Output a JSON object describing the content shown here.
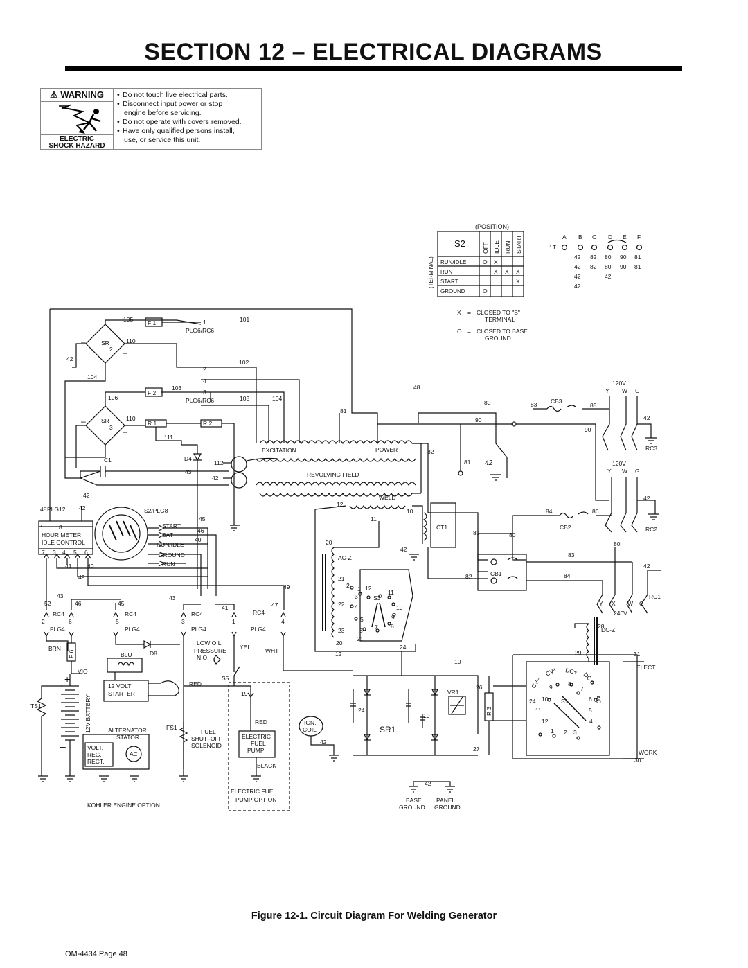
{
  "title": "SECTION 12 – ELECTRICAL DIAGRAMS",
  "warning": {
    "header": "WARNING",
    "hazard_line1": "ELECTRIC",
    "hazard_line2": "SHOCK HAZARD",
    "items": [
      "Do not touch live electrical parts.",
      "Disconnect input power or stop",
      "engine before servicing.",
      "Do not operate with covers removed.",
      "Have only qualified persons install,",
      "use, or service this unit."
    ]
  },
  "switch_table": {
    "position_label": "(POSITION)",
    "name": "S2",
    "terminal_label": "(TERMINAL)",
    "columns": [
      "OFF",
      "IDLE",
      "RUN",
      "START"
    ],
    "rows": [
      {
        "label": "RUN/IDLE",
        "cells": [
          "O",
          "X",
          "",
          ""
        ]
      },
      {
        "label": "RUN",
        "cells": [
          "",
          "X",
          "X",
          "X"
        ]
      },
      {
        "label": "START",
        "cells": [
          "",
          "",
          "",
          "X"
        ]
      },
      {
        "label": "GROUND",
        "cells": [
          "O",
          "",
          "",
          ""
        ]
      }
    ],
    "legend": [
      {
        "sym": "X",
        "eq": "=",
        "line1": "CLOSED  TO  \"B\"",
        "line2": "TERMINAL"
      },
      {
        "sym": "O",
        "eq": "=",
        "line1": "CLOSED  TO  BASE",
        "line2": "GROUND"
      }
    ]
  },
  "terminal_block": {
    "name": "1T",
    "letters": [
      "A",
      "B",
      "C",
      "D",
      "E",
      "F"
    ],
    "rows": [
      [
        "42",
        "82",
        "80",
        "90",
        "81"
      ],
      [
        "42",
        "82",
        "80",
        "90",
        "81"
      ],
      [
        "42",
        "42"
      ],
      [
        "42"
      ]
    ]
  },
  "diagram": {
    "labels": {
      "f1": "F 1",
      "f2": "F 2",
      "f6": "F 6",
      "plg6_rc6": "PLG6/RC6",
      "sr": "SR",
      "r1": "R 1",
      "r2": "R 2",
      "c1": "C1",
      "d4": "D4",
      "excitation": "EXCITATION",
      "power": "POWER",
      "revolving_field": "REVOLVING  FIELD",
      "weld": "WELD",
      "ac_z": "AC-Z",
      "s3": "S3",
      "ct1": "CT1",
      "cb1": "CB1",
      "cb2": "CB2",
      "cb3": "CB3",
      "rc1": "RC1",
      "rc2": "RC2",
      "rc3": "RC3",
      "v120": "120V",
      "v240": "240V",
      "dc_z": "DC-Z",
      "elect": "ELECT",
      "work": "WORK",
      "vr1": "VR1",
      "r3": "R 3",
      "sr1": "SR1",
      "s1": "S1",
      "plg12": "PLG12",
      "s2_plg8": "S2/PLG8",
      "hour_meter": "HOUR  METER",
      "idle_control": "IDLE  CONTROL",
      "start": "START",
      "bat": "BAT",
      "run_idle": "RUN/IDLE",
      "ground": "GROUND",
      "run": "RUN",
      "rc4": "RC4",
      "plg4": "PLG4",
      "brn": "BRN",
      "vio": "VIO",
      "blu": "BLU",
      "d8": "D8",
      "ts1": "TS1",
      "battery": "12V  BATTERY",
      "starter_l1": "12  VOLT",
      "starter_l2": "STARTER",
      "low_oil_l1": "LOW  OIL",
      "low_oil_l2": "PRESSURE",
      "low_oil_l3": "N.O.",
      "yel": "YEL",
      "wht": "WHT",
      "s5": "S5",
      "red": "RED",
      "black": "BLACK",
      "ign_l1": "IGN.",
      "ign_l2": "COIL",
      "alt_l1": "ALTERNATOR",
      "alt_l2": "STATOR",
      "vrr_l1": "VOLT.",
      "vrr_l2": "REG.",
      "vrr_l3": "RECT.",
      "ac": "AC",
      "fs1": "FS1",
      "fuel_l1": "FUEL",
      "fuel_l2": "SHUT–OFF",
      "fuel_l3": "SOLENOID",
      "pump_l1": "ELECTRIC",
      "pump_l2": "FUEL",
      "pump_l3": "PUMP",
      "efp_l1": "ELECTRIC  FUEL",
      "efp_l2": "PUMP  OPTION",
      "kohler": "KOHLER  ENGINE  OPTION",
      "base_l1": "BASE",
      "base_l2": "GROUND",
      "panel_l1": "PANEL",
      "panel_l2": "GROUND",
      "cv_minus": "CV–",
      "cv_plus": "CV+",
      "dc_plus": "DC+",
      "dc_minus": "DC–",
      "ac_s1": "AC"
    }
  },
  "caption": "Figure 12-1. Circuit Diagram For  Welding Generator",
  "footer": "OM-4434 Page 48"
}
